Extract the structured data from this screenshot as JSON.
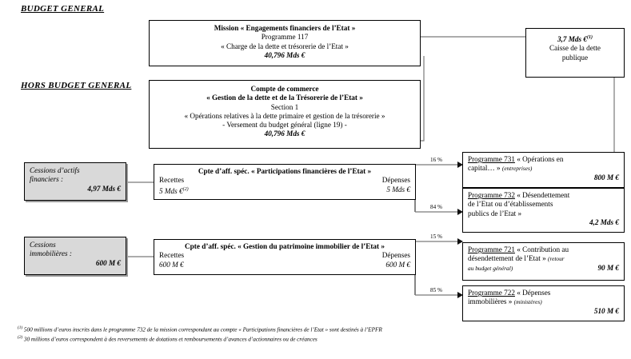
{
  "sections": {
    "budget_general": "BUDGET GENERAL",
    "hors_budget_general": "HORS BUDGET GENERAL"
  },
  "boxes": {
    "mission": {
      "line1": "Mission « Engagements financiers de l’Etat »",
      "line2": "Programme 117",
      "line3": "« Charge de la dette et trésorerie de l’Etat »",
      "line4": "40,796 Mds €"
    },
    "compte_commerce": {
      "line1": "Compte de commerce",
      "line2": "« Gestion de la dette et de la Trésorerie de l’Etat »",
      "line3": "Section 1",
      "line4": "« Opérations relatives à la dette primaire et gestion de la trésorerie »",
      "line5": "- Versement du budget général (ligne 19) -",
      "line6": "40,796 Mds €"
    },
    "caisse_dette": {
      "amount": "3,7 Mds €",
      "amount_sup": "(1)",
      "line2": "Caisse de la dette",
      "line3": "publique"
    },
    "cessions_actifs": {
      "line1": "Cessions d’actifs",
      "line2": "financiers :",
      "amount": "4,97 Mds €"
    },
    "cessions_immo": {
      "line1": "Cessions",
      "line2": "immobilières :",
      "amount": "600 M €"
    },
    "cas_participations": {
      "title": "Cpte d’aff. spéc. « Participations financières de l’Etat »",
      "recettes_label": "Recettes",
      "depenses_label": "Dépenses",
      "recettes_value": "5 Mds €",
      "recettes_sup": "(2)",
      "depenses_value": "5 Mds €"
    },
    "cas_patrimoine": {
      "title": "Cpte d’aff. spéc. « Gestion du patrimoine immobilier de l’Etat »",
      "recettes_label": "Recettes",
      "depenses_label": "Dépenses",
      "recettes_value": "600 M €",
      "depenses_value": "600 M €"
    },
    "prog731": {
      "prog": "Programme 731",
      "text": " « Opérations en",
      "text2": "capital… » ",
      "paren": "(entreprises)",
      "amount": "800 M €"
    },
    "prog732": {
      "prog": "Programme 732",
      "text": " « Désendettement",
      "text2": "de l’Etat ou d’établissements",
      "text3": "publics de l’Etat »",
      "amount": "4,2 Mds €"
    },
    "prog721": {
      "prog": "Programme 721",
      "text": " « Contribution au",
      "text2": "désendettement de l’Etat » ",
      "paren": "(retour",
      "paren2": "au budget général)",
      "amount": "90 M €"
    },
    "prog722": {
      "prog": "Programme 722",
      "text": " « Dépenses",
      "text2": "immobilières » ",
      "paren": "(ministères)",
      "amount": "510 M €"
    }
  },
  "percentages": {
    "p731": "16 %",
    "p732": "84 %",
    "p721": "15 %",
    "p722": "85 %"
  },
  "footnotes": {
    "n1_sup": "(1)",
    "n1": " 500 millions d’euros inscrits dans le programme 732 de la mission correspondant au compte « Participations financières de l’Etat » sont destinés à l’EPFR",
    "n2_sup": "(2)",
    "n2": " 30 millions d’euros correspondent à des reversements de dotations et remboursements d’avances d’actionnaires ou de créances"
  },
  "colors": {
    "line": "#7a7a7a",
    "box_border": "#000000",
    "gray_fill": "#d9d9d9",
    "shadow": "#999999"
  }
}
